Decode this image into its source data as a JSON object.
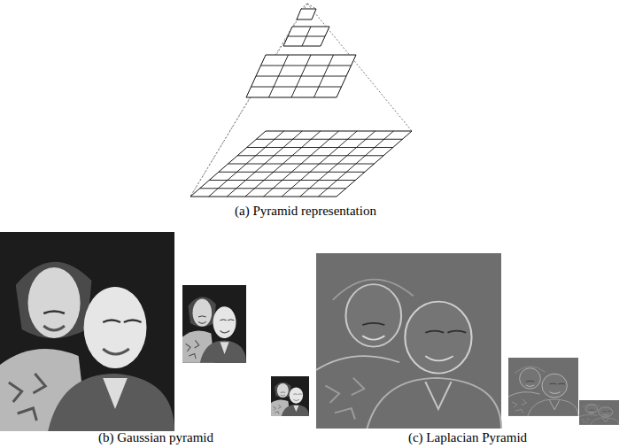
{
  "diagram": {
    "labels": [
      "(a) Pyramid representation",
      "(b) Gaussian pyramid",
      "(c) Laplacian Pyramid"
    ]
  }
}
